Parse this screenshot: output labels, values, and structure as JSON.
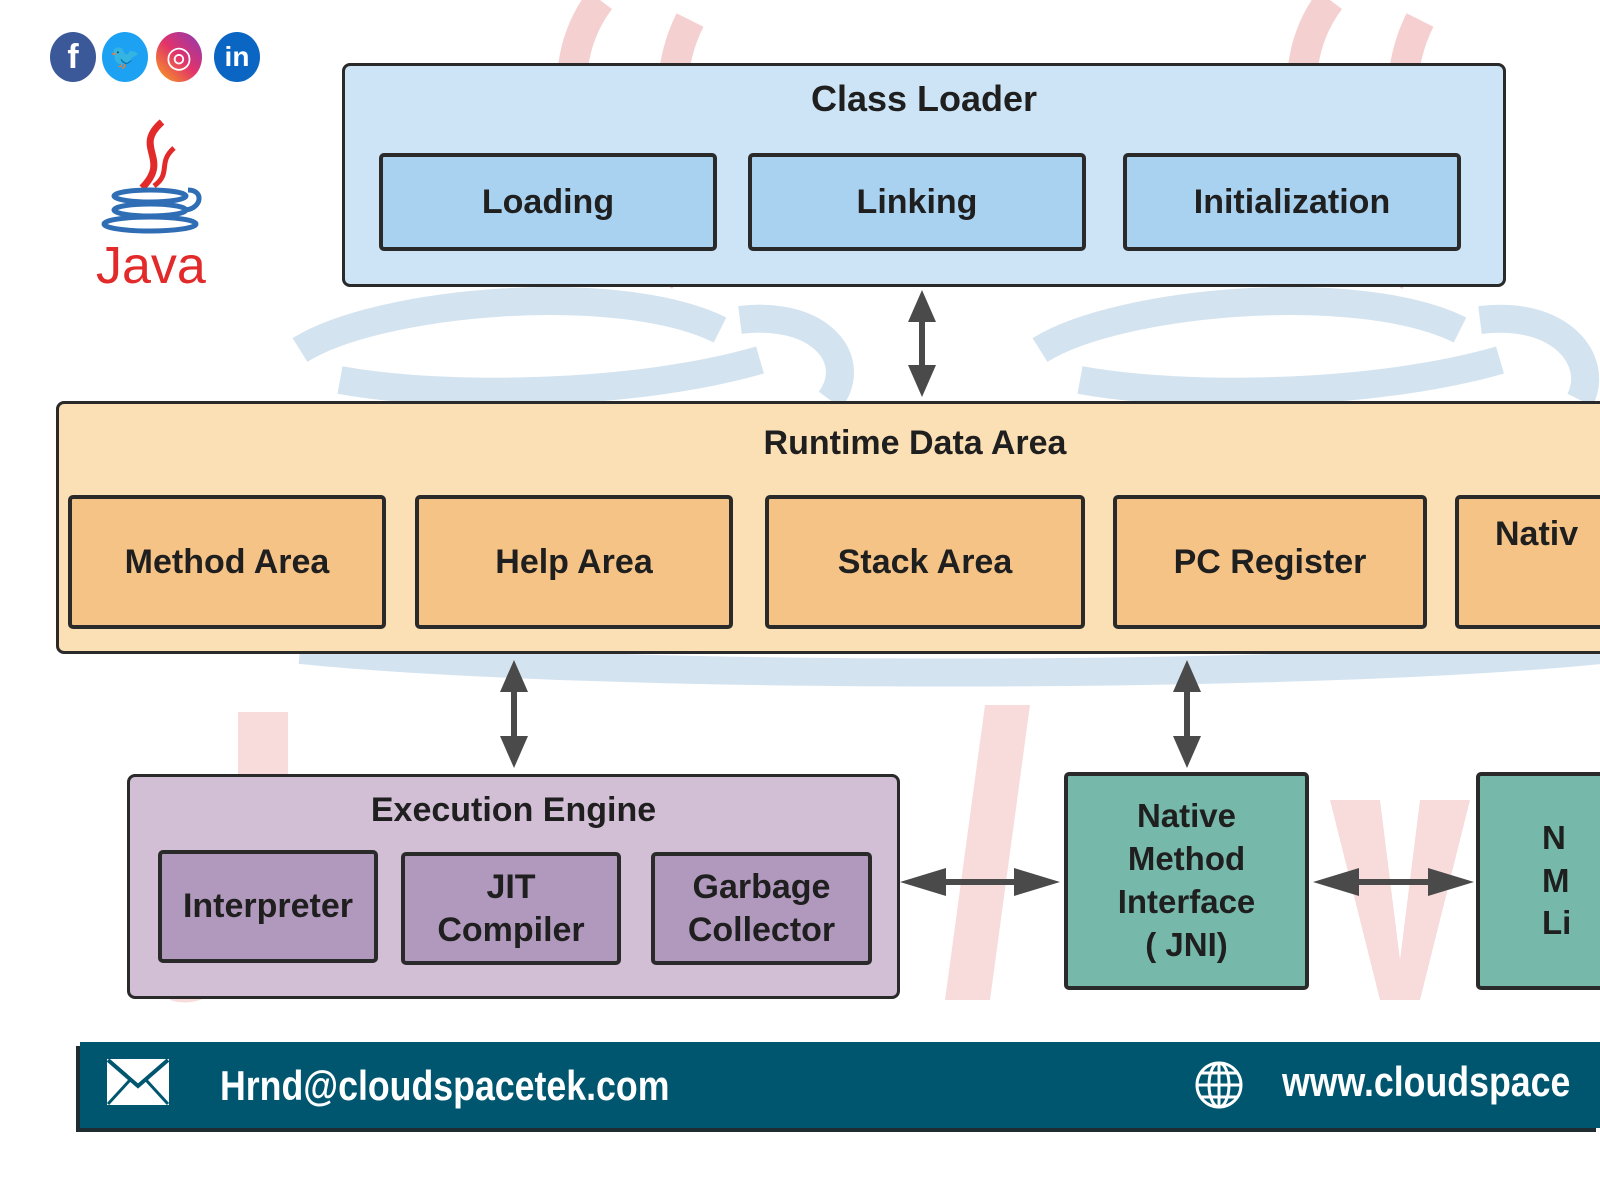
{
  "social_icons": [
    {
      "icon": "facebook-icon",
      "glyph": "f",
      "color": "#3b5998"
    },
    {
      "icon": "twitter-icon",
      "glyph": "🐦",
      "color": "#1da1f2"
    },
    {
      "icon": "instagram-icon",
      "glyph": "◎",
      "color": "#dd2a7b"
    },
    {
      "icon": "linkedin-icon",
      "glyph": "in",
      "color": "#0a66c2"
    }
  ],
  "logo": {
    "text": "Java",
    "color": "#e22a2a",
    "steam_color": "#e22a2a",
    "cup_color": "#2f6eb5"
  },
  "class_loader": {
    "title": "Class Loader",
    "items": [
      "Loading",
      "Linking",
      "Initialization"
    ]
  },
  "runtime_data_area": {
    "title": "Runtime Data Area",
    "items": [
      "Method Area",
      "Help Area",
      "Stack Area",
      "PC Register",
      "Nativ"
    ]
  },
  "execution_engine": {
    "title": "Execution Engine",
    "items": [
      "Interpreter",
      "JIT Compiler",
      "Garbage Collector"
    ]
  },
  "native_interface": {
    "lines": [
      "Native",
      "Method",
      "Interface",
      "( JNI)"
    ]
  },
  "native_library_partial": {
    "lines": [
      "N",
      "M",
      "Li"
    ]
  },
  "footer": {
    "email": "Hrnd@cloudspacetek.com",
    "website": "www.cloudspace",
    "mail_icon": "mail-icon",
    "globe_icon": "globe-icon"
  },
  "colors": {
    "class_loader_panel": "#cde4f6",
    "class_loader_box": "#a8d2f0",
    "runtime_panel": "#fbdfb5",
    "runtime_box": "#f5c386",
    "execution_panel": "#d2bfd6",
    "execution_box": "#b199bd",
    "native_box": "#76b8a9",
    "footer": "#00566e",
    "arrow": "#4a4a4a"
  }
}
